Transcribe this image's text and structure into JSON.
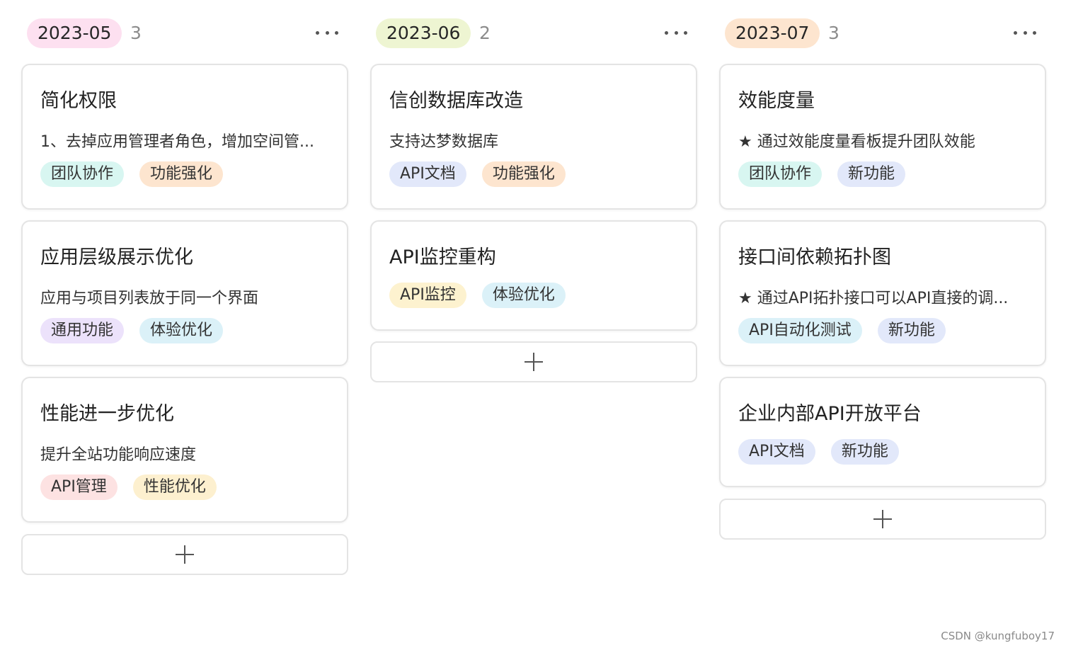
{
  "columns": [
    {
      "date": "2023-05",
      "count": "3",
      "date_color": "#fde0f0",
      "cards": [
        {
          "title": "简化权限",
          "desc": "1、去掉应用管理者角色，增加空间管...",
          "tags": [
            {
              "label": "团队协作",
              "color": "#d8f6f1"
            },
            {
              "label": "功能强化",
              "color": "#fde5cf"
            }
          ]
        },
        {
          "title": "应用层级展示优化",
          "desc": "应用与项目列表放于同一个界面",
          "tags": [
            {
              "label": "通用功能",
              "color": "#ece2fb"
            },
            {
              "label": "体验优化",
              "color": "#dbf1f8"
            }
          ]
        },
        {
          "title": "性能进一步优化",
          "desc": "提升全站功能响应速度",
          "tags": [
            {
              "label": "API管理",
              "color": "#fde2e2"
            },
            {
              "label": "性能优化",
              "color": "#fdf0cf"
            }
          ]
        }
      ]
    },
    {
      "date": "2023-06",
      "count": "2",
      "date_color": "#eef5d2",
      "cards": [
        {
          "title": "信创数据库改造",
          "desc": "支持达梦数据库",
          "tags": [
            {
              "label": "API文档",
              "color": "#e2e8fa"
            },
            {
              "label": "功能强化",
              "color": "#fde5cf"
            }
          ]
        },
        {
          "title": "API监控重构",
          "desc": "",
          "tags": [
            {
              "label": "API监控",
              "color": "#fdf2cf"
            },
            {
              "label": "体验优化",
              "color": "#dbf1f8"
            }
          ]
        }
      ]
    },
    {
      "date": "2023-07",
      "count": "3",
      "date_color": "#fde5cf",
      "cards": [
        {
          "title": "效能度量",
          "desc": "★  通过效能度量看板提升团队效能",
          "tags": [
            {
              "label": "团队协作",
              "color": "#d8f6f1"
            },
            {
              "label": "新功能",
              "color": "#e2e8fa"
            }
          ]
        },
        {
          "title": "接口间依赖拓扑图",
          "desc": "★ 通过API拓扑接口可以API直接的调...",
          "tags": [
            {
              "label": "API自动化测试",
              "color": "#dbf1f8"
            },
            {
              "label": "新功能",
              "color": "#e2e8fa"
            }
          ]
        },
        {
          "title": "企业内部API开放平台",
          "desc": "",
          "tags": [
            {
              "label": "API文档",
              "color": "#e2e8fa"
            },
            {
              "label": "新功能",
              "color": "#e2e8fa"
            }
          ]
        }
      ]
    }
  ],
  "watermark": "CSDN @kungfuboy17"
}
